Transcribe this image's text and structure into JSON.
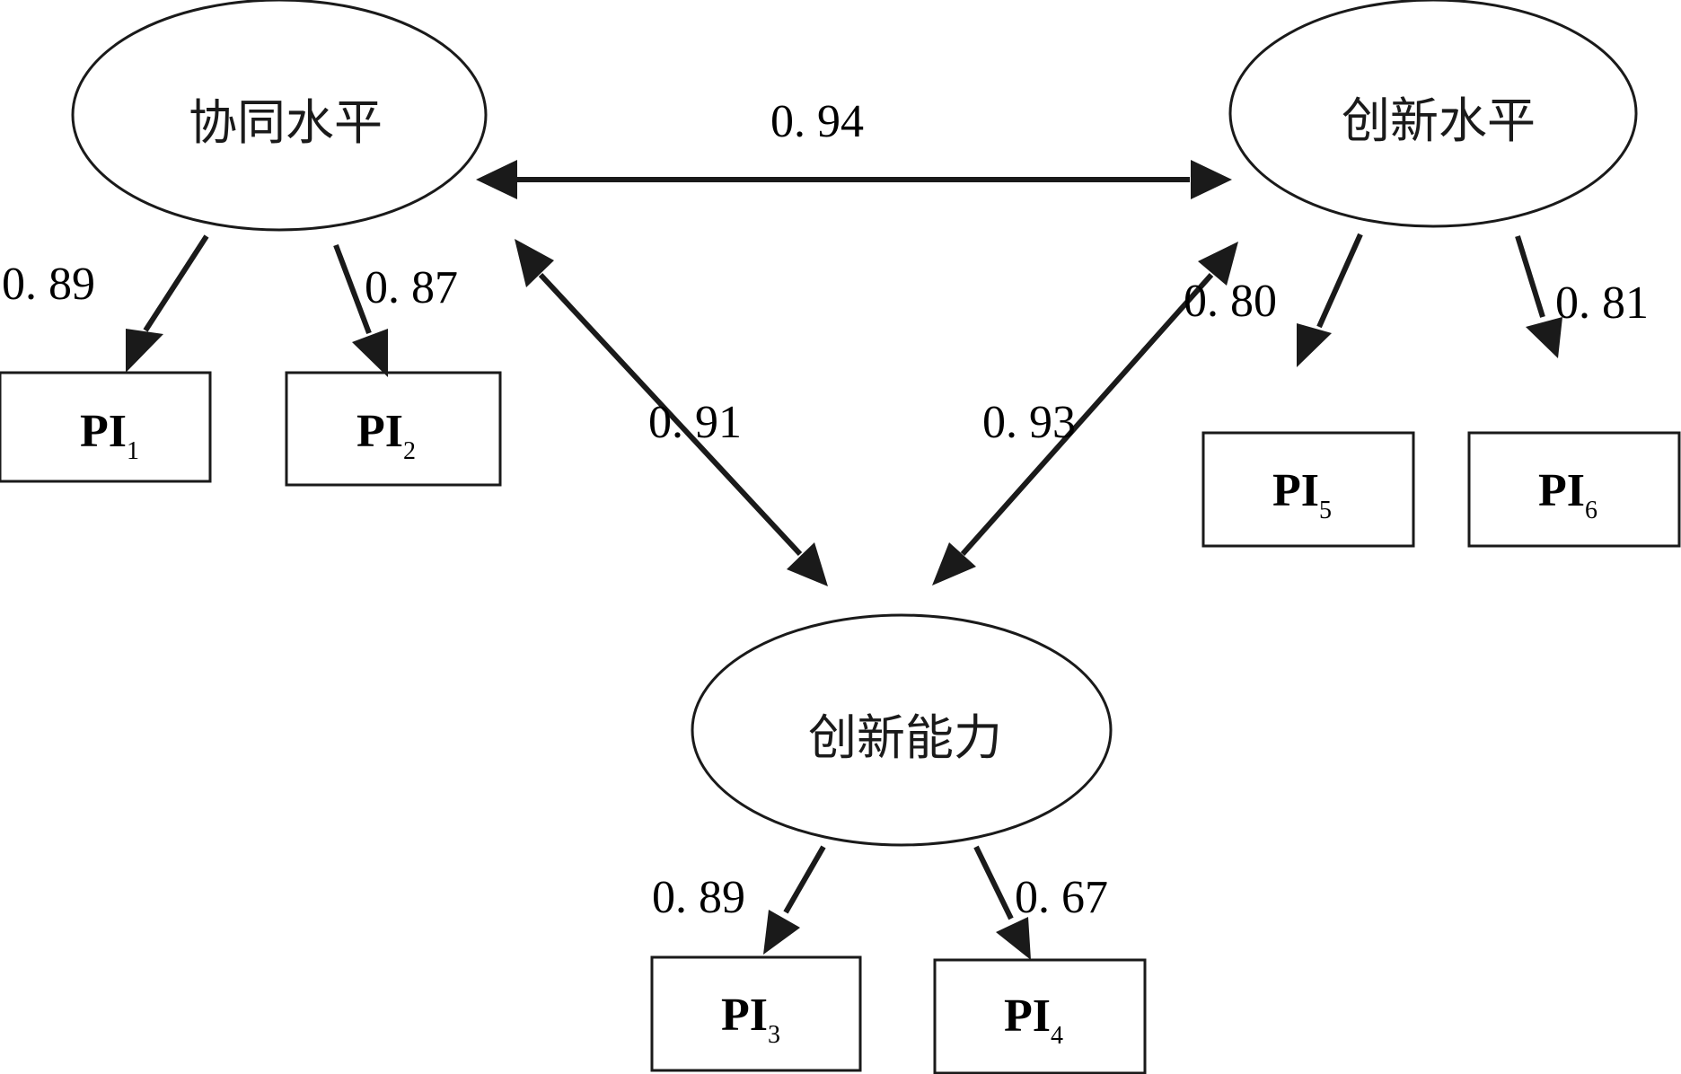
{
  "latents": {
    "synergy": "协同水平",
    "innovation_level": "创新水平",
    "innovation_capability": "创新能力"
  },
  "correlations": {
    "synergy_innovation_level": "0. 94",
    "synergy_innovation_capability": "0. 91",
    "innovation_level_innovation_capability": "0. 93"
  },
  "loadings": {
    "pi1": "0. 89",
    "pi2": "0. 87",
    "pi3": "0. 89",
    "pi4": "0. 67",
    "pi5": "0. 80",
    "pi6": "0. 81"
  },
  "indicators": {
    "pi1": {
      "base": "PI",
      "sub": "1"
    },
    "pi2": {
      "base": "PI",
      "sub": "2"
    },
    "pi3": {
      "base": "PI",
      "sub": "3"
    },
    "pi4": {
      "base": "PI",
      "sub": "4"
    },
    "pi5": {
      "base": "PI",
      "sub": "5"
    },
    "pi6": {
      "base": "PI",
      "sub": "6"
    }
  },
  "colors": {
    "stroke": "#1a1a1a",
    "background": "#ffffff"
  }
}
